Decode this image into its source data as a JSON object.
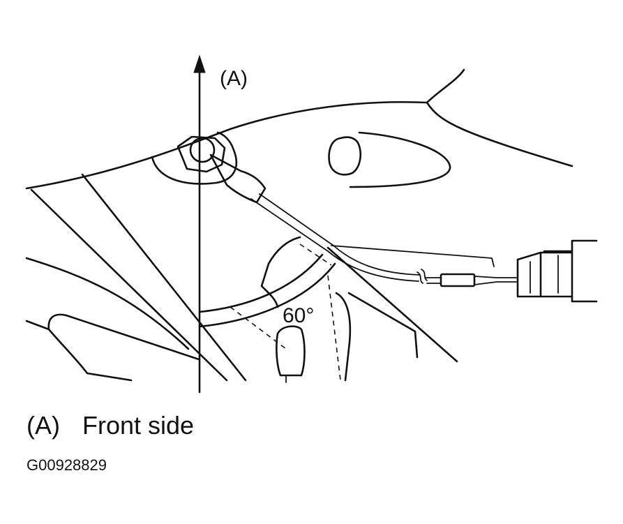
{
  "diagram": {
    "labels": {
      "axis_marker": "(A)",
      "angle": "60°"
    },
    "legend": {
      "key": "(A)",
      "text": "Front side"
    },
    "figure_code": "G00928829"
  }
}
